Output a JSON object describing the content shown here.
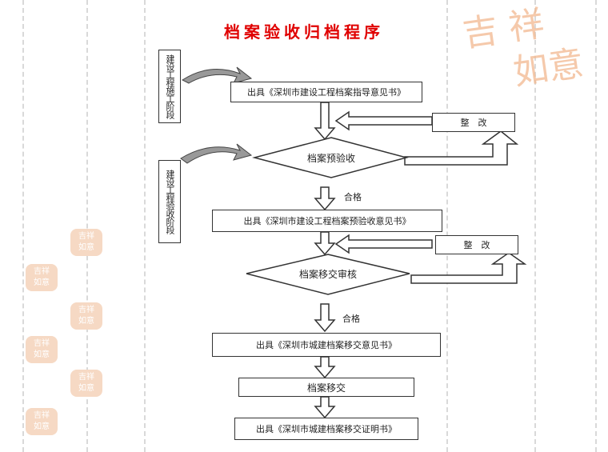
{
  "title": "档案验收归档程序",
  "watermark": {
    "logo_text": "吉祥",
    "seal_text": "吉祥如意"
  },
  "stages": {
    "construction": "建设工程施工阶段",
    "acceptance": "建设工程验收阶段"
  },
  "boxes": {
    "guidance": "出具《深圳市建设工程档案指导意见书》",
    "pre_acceptance_opinion": "出具《深圳市建设工程档案预验收意见书》",
    "transfer_opinion": "出具《深圳市城建档案移交意见书》",
    "transfer": "档案移交",
    "certificate": "出具《深圳市城建档案移交证明书》"
  },
  "decisions": {
    "pre_acceptance": "档案预验收",
    "transfer_review": "档案移交审核"
  },
  "rectify": {
    "label1": "整　改",
    "label2": "整　改"
  },
  "pass": {
    "label1": "合格",
    "label2": "合格"
  }
}
